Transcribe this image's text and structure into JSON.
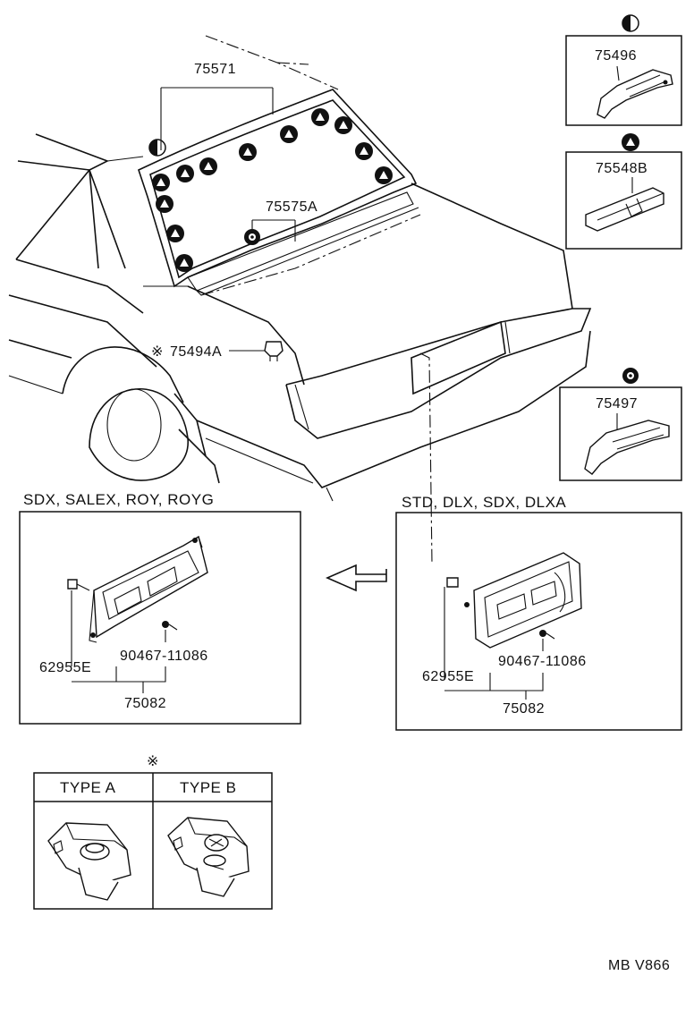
{
  "labels": {
    "p75571": "75571",
    "p75575a": "75575A",
    "p75494a": "75494A",
    "p75496": "75496",
    "p75548b": "75548B",
    "p75497": "75497",
    "left_variant": "SDX, SALEX, ROY, ROYG",
    "right_variant": "STD, DLX, SDX, DLXA",
    "l_62955e": "62955E",
    "l_90467": "90467-11086",
    "l_75082": "75082",
    "r_62955e": "62955E",
    "r_90467": "90467-11086",
    "r_75082": "75082",
    "type_a": "TYPE A",
    "type_b": "TYPE B",
    "mark_note": "※",
    "footer": "MB  V866"
  },
  "icons": {
    "half_circle": "half-filled-circle-icon",
    "triangle": "filled-circle-triangle-icon",
    "ring": "ring-circle-icon",
    "asterisk": "reference-mark-icon"
  }
}
